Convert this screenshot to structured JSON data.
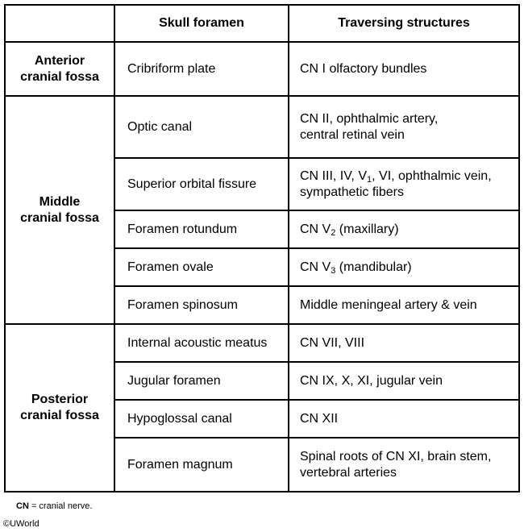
{
  "table": {
    "headers": [
      "",
      "Skull foramen",
      "Traversing structures"
    ],
    "regions": {
      "anterior": [
        "Anterior",
        "cranial fossa"
      ],
      "middle": [
        "Middle",
        "cranial fossa"
      ],
      "posterior": [
        "Posterior",
        "cranial fossa"
      ]
    },
    "rows": [
      {
        "foramen": "Cribriform plate",
        "lines": [
          "CN I olfactory bundles"
        ]
      },
      {
        "foramen": "Optic canal",
        "lines": [
          "CN II, ophthalmic artery,",
          "central retinal vein"
        ]
      },
      {
        "foramen": "Superior orbital fissure",
        "line1_a": "CN III, IV, V",
        "line1_sub": "1",
        "line1_b": ", VI, ophthalmic vein,",
        "line2": "sympathetic fibers"
      },
      {
        "foramen": "Foramen rotundum",
        "a": "CN V",
        "sub": "2",
        "b": " (maxillary)"
      },
      {
        "foramen": "Foramen ovale",
        "a": "CN V",
        "sub": "3",
        "b": " (mandibular)"
      },
      {
        "foramen": "Foramen spinosum",
        "lines": [
          "Middle meningeal artery & vein"
        ]
      },
      {
        "foramen": "Internal acoustic meatus",
        "lines": [
          "CN VII, VIII"
        ]
      },
      {
        "foramen": "Jugular foramen",
        "lines": [
          "CN IX, X, XI, jugular vein"
        ]
      },
      {
        "foramen": "Hypoglossal canal",
        "lines": [
          "CN XII"
        ]
      },
      {
        "foramen": "Foramen magnum",
        "lines": [
          "Spinal roots of CN XI, brain stem,",
          "vertebral arteries"
        ]
      }
    ]
  },
  "footnote": {
    "abbr": "CN",
    "text": " = cranial nerve."
  },
  "copyright": "©UWorld"
}
